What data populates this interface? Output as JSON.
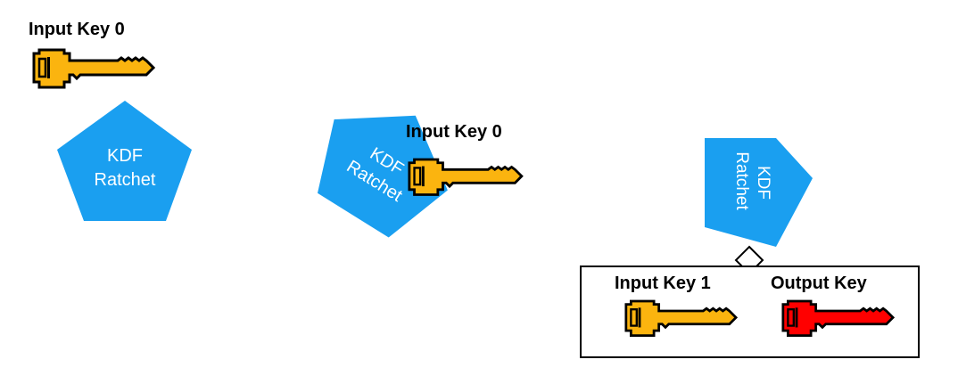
{
  "stage1": {
    "key_label": "Input Key 0",
    "ratchet_line1": "KDF",
    "ratchet_line2": "Ratchet"
  },
  "stage2": {
    "key_label": "Input Key 0",
    "ratchet_line1": "KDF",
    "ratchet_line2": "Ratchet"
  },
  "stage3": {
    "ratchet_line1": "KDF",
    "ratchet_line2": "Ratchet",
    "input_key_label": "Input Key 1",
    "output_key_label": "Output Key"
  },
  "colors": {
    "pentagon": "#1a9ff0",
    "input_key": "#fbb40f",
    "output_key": "#ff0000",
    "outline": "#000000"
  },
  "icons": {
    "input_key": "key-icon",
    "output_key": "key-icon"
  }
}
